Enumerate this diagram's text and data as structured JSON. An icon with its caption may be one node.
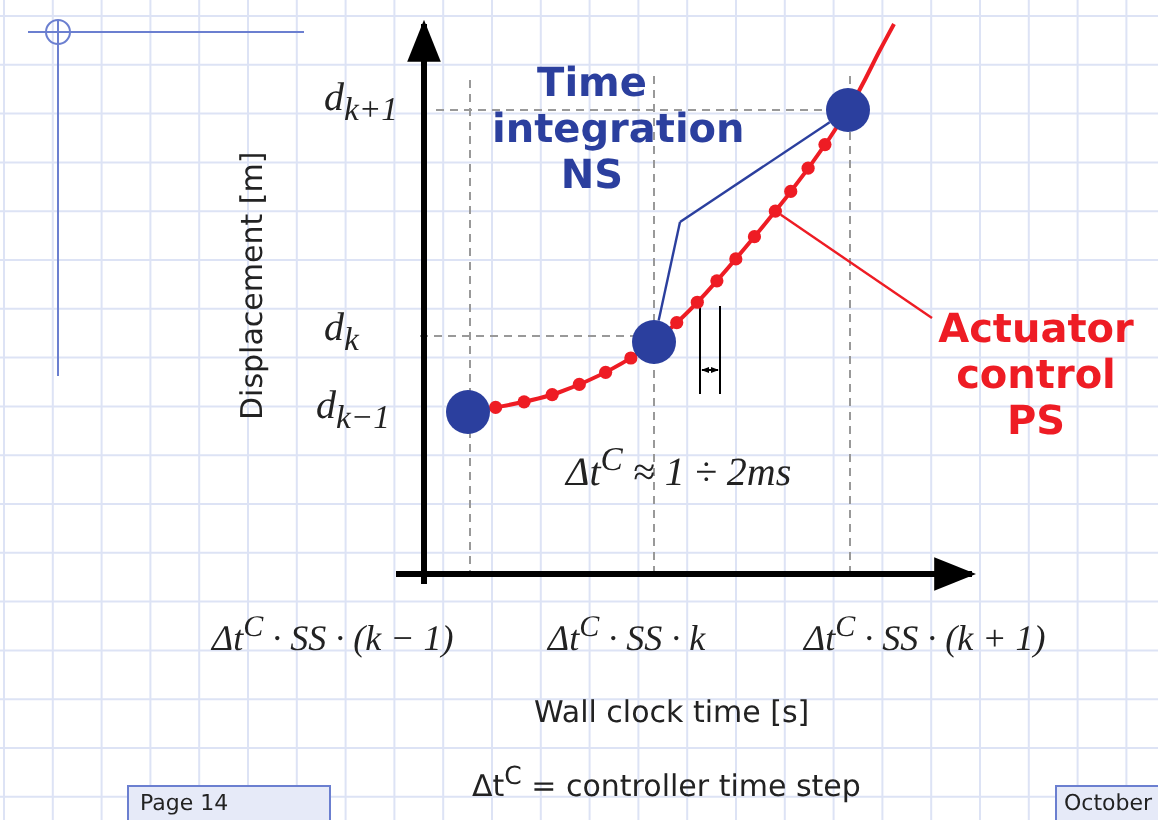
{
  "diagram": {
    "nodes": [
      {
        "text": [
          "Time integration NS"
        ]
      },
      {
        "text": [],
        "shape": "circle"
      },
      {
        "text": [],
        "shape": "circle"
      },
      {
        "text": [],
        "shape": "circle"
      },
      {
        "text": [
          "Actuator control PS"
        ]
      },
      {
        "text": [],
        "shape": "circle"
      }
    ],
    "edges": [
      {
        "from": 0,
        "to": 2,
        "arrow": "none"
      },
      {
        "from": 0,
        "to": 3,
        "arrow": "none"
      },
      {
        "from": 4,
        "to": 5,
        "arrow": "none",
        "color": "#ee1c24"
      }
    ],
    "labels": [
      "*d*$_{k+1}$",
      "Displacement [m]",
      "*d*$_{k}$",
      "*d*$_{k−1}$",
      "Δt$^{C}$ ≈ 1 ÷ 2ms",
      "Δt$^{C}$ · SS · (k − 1)",
      "Δt$^{C}$ · SS · k",
      "Δt$^{C}$ · SS · (k + 1)",
      "Wall clock time [s]",
      "Δt$^{C}$ = controller time step",
      "Page 14",
      "October"
    ]
  }
}
